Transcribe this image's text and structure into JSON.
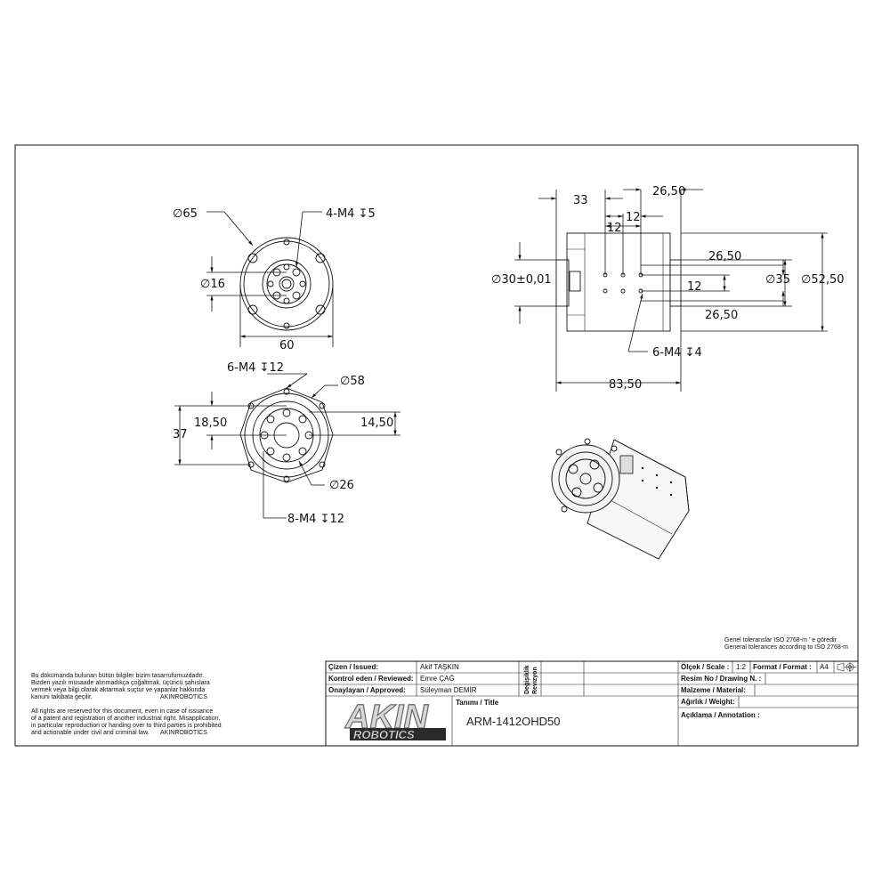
{
  "front_view": {
    "d65": "∅65",
    "thread_top": "4-M4 ↧5",
    "d16": "∅16",
    "w60": "60"
  },
  "rear_view": {
    "thread_a": "6-M4 ↧12",
    "d58": "∅58",
    "h18": "18,50",
    "h37": "37",
    "h14": "14,50",
    "d26": "∅26",
    "thread_b": "8-M4 ↧12"
  },
  "side_view": {
    "d33": "33",
    "d26_top": "26,50",
    "d12a": "12",
    "d12b": "12",
    "d26_r1": "26,50",
    "d30": "∅30±0,01",
    "d12r": "12",
    "d35": "∅35",
    "d52": "∅52,50",
    "d26_r2": "26,50",
    "thread_side": "6-M4 ↧4",
    "len": "83,50"
  },
  "tolerance": {
    "line1": "Genel toleranslar ISO 2768-m ' e göredir",
    "line2": "General tolerances according to ISO 2768-m"
  },
  "legal": {
    "tr": [
      "Bu dökümanda bulunan bütün bilgiler bizim tasarrufumuzdadır.",
      "Bizden yazılı müsaade alınmadıkça çoğaltmak, üçüncü şahıslara",
      "vermek veya bilgi olarak aktarmak suçtur ve yapanlar hakkında",
      "kanuni takibata geçilir.",
      "AKINROBOTICS"
    ],
    "en": [
      "All rights are reserved for this document, even in case of issuance",
      "of a patent and registration of another industrial right. Misapplication,",
      "in particular reproduction or handing over to third parties is   prohibited",
      "and actionable under civil and criminal law.",
      "AKINROBOTICS"
    ]
  },
  "title_block": {
    "issued_label": "Çizen / Issued:",
    "issued_value": "Akif TAŞKIN",
    "reviewed_label": "Kontrol eden / Reviewed:",
    "reviewed_value": "Emre ÇAĞ",
    "approved_label": "Onaylayan / Approved:",
    "approved_value": "Süleyman DEMİR",
    "revision_label_1": "Değişiklik",
    "revision_label_2": "Revizyon",
    "title_label": "Tanımı / Title",
    "title_value": "ARM-1412OHD50",
    "scale_label": "Ölçek / Scale :",
    "scale_value": "1:2",
    "format_label": "Format / Format :",
    "format_value": "A4",
    "drawing_no_label": "Resim No / Drawing N. :",
    "material_label": "Malzeme / Material:",
    "weight_label": "Ağırlık / Weight:",
    "description_label": "Açıklama / Annotation :",
    "logo_main": "AKIN",
    "logo_sub": "ROBOTICS"
  }
}
